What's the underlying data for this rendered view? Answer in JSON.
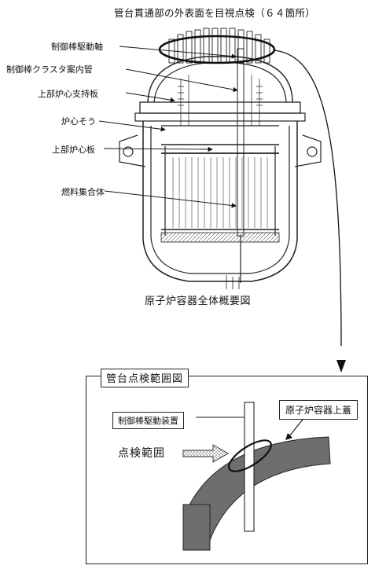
{
  "title": "管台貫通部の外表面を目視点検（６４箇所）",
  "labels": {
    "crdm_shaft": "制御棒駆動軸",
    "rcc_guide_tube": "制御棒クラスタ案内管",
    "upper_core_support_plate": "上部炉心支持板",
    "core_barrel": "炉心そう",
    "upper_core_plate": "上部炉心板",
    "fuel_assembly": "燃料集合体"
  },
  "caption": "原子炉容器全体概要図",
  "detail": {
    "title": "管台点検範囲図",
    "crdm_device": "制御棒駆動装置",
    "vessel_head": "原子炉容器上蓋",
    "inspection_range": "点検範囲"
  }
}
